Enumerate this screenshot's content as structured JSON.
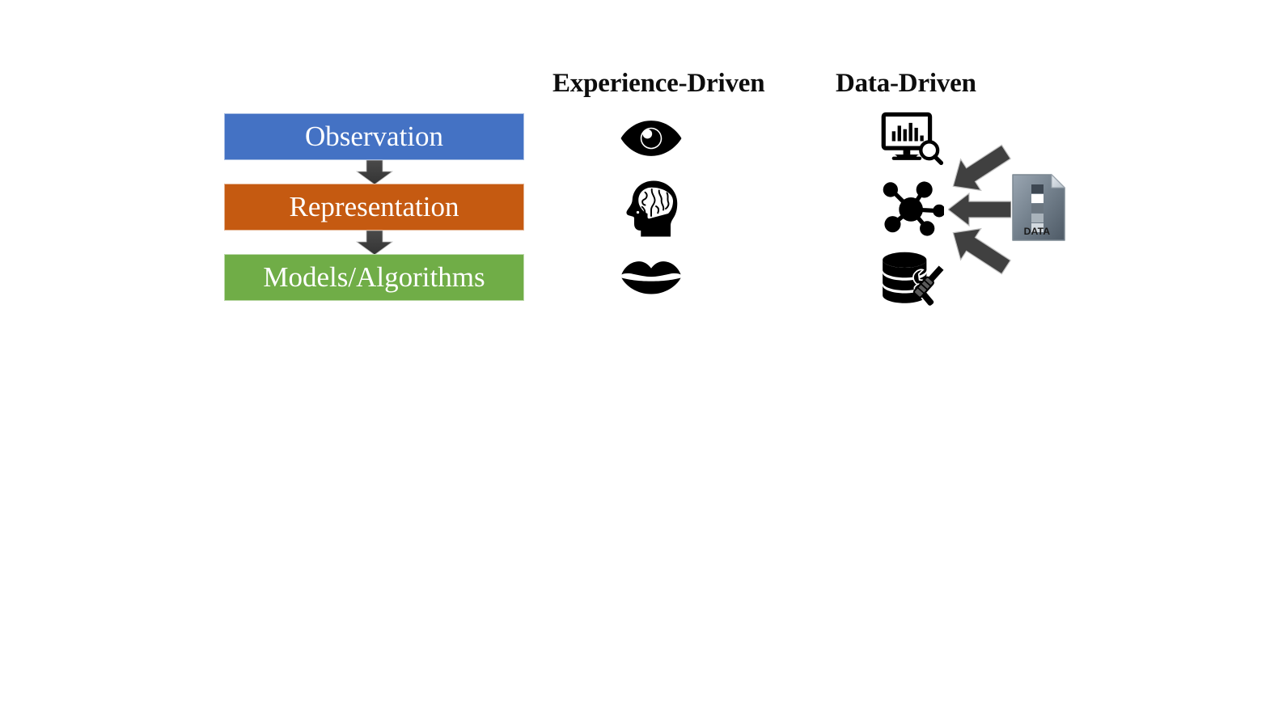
{
  "slide": {
    "background_color": "#ffffff",
    "title": ""
  },
  "columns": {
    "experience": {
      "label": "Experience-Driven"
    },
    "data": {
      "label": "Data-Driven"
    }
  },
  "pipeline": {
    "stages": [
      {
        "label": "Observation",
        "color": "#4472C4"
      },
      {
        "label": "Representation",
        "color": "#C55A11"
      },
      {
        "label": "Models/Algorithms",
        "color": "#70AD47"
      }
    ],
    "connector_arrow_color": "#404040",
    "connector_icon": "arrow-down-icon"
  },
  "experience_icons": [
    {
      "name": "eye-icon",
      "meaning": "Observation",
      "color": "#000000"
    },
    {
      "name": "head-brain-icon",
      "meaning": "Representation",
      "color": "#000000"
    },
    {
      "name": "mouth-lips-icon",
      "meaning": "Models/Algorithms",
      "color": "#000000"
    }
  ],
  "data_icons": [
    {
      "name": "chart-monitor-search-icon",
      "meaning": "Observation",
      "color": "#000000"
    },
    {
      "name": "network-graph-icon",
      "meaning": "Representation",
      "color": "#000000"
    },
    {
      "name": "database-tools-icon",
      "meaning": "Models/Algorithms",
      "color": "#000000"
    }
  ],
  "data_arrows": [
    {
      "name": "arrow-up-left-icon",
      "direction": "up-left",
      "color": "#404040"
    },
    {
      "name": "arrow-left-icon",
      "direction": "left",
      "color": "#404040"
    },
    {
      "name": "arrow-down-left-icon",
      "direction": "down-left",
      "color": "#404040"
    }
  ],
  "data_document": {
    "icon": "file-document-icon",
    "label": "DATA",
    "gradient_start": "#8d9aa6",
    "gradient_end": "#5b6875",
    "swatch_colors": [
      "#3d4752",
      "#ffffff",
      "#6b7680",
      "#a9b3bb",
      "#d3dae0"
    ]
  }
}
